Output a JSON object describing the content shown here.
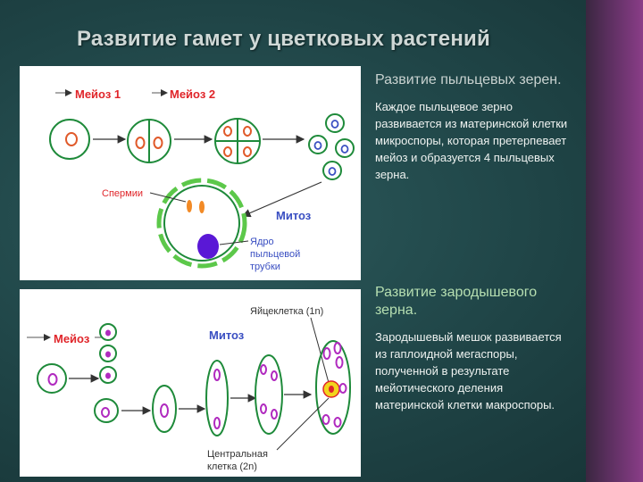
{
  "title": "Развитие гамет у цветковых растений",
  "top_diagram": {
    "meiosis1": "Мейоз 1",
    "meiosis2": "Мейоз 2",
    "sperm": "Спермии",
    "mitosis": "Митоз",
    "tube_nucleus": [
      "Ядро",
      "пыльцевой",
      "трубки"
    ]
  },
  "bottom_diagram": {
    "meiosis": "Мейоз",
    "mitosis": "Митоз",
    "egg_cell": "Яйцеклетка (1n)",
    "central_cell": [
      "Центральная",
      "клетка (2n)"
    ]
  },
  "pollen": {
    "heading": "Развитие пыльцевых зерен.",
    "body": "Каждое пыльцевое зерно развивается из материнской клетки микроспоры, которая претерпевает мейоз и образуется 4 пыльцевых зерна."
  },
  "embryo": {
    "heading": "Развитие зародышевого зерна.",
    "body": "Зародышевый мешок развивается из гаплоидной мегаспоры, полученной в результате мейотического деления материнской клетки макроспоры."
  },
  "colors": {
    "membrane": "#1e8a3a",
    "nucleus_outer": "#e05a2a",
    "label_red": "#e0252a",
    "label_blue": "#3a4fc2",
    "pollen_tube_nucleus": "#5a18d6",
    "egg_nucleus": "#b02abf"
  }
}
